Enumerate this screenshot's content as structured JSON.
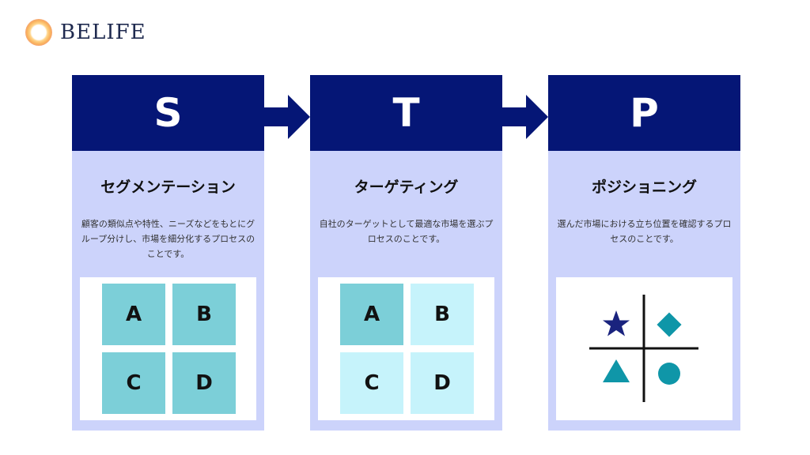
{
  "brand": {
    "name": "BELIFE"
  },
  "columns": [
    {
      "letter": "S",
      "title": "セグメンテーション",
      "description": "顧客の類似点や特性、ニーズなどをもとにグループ分けし、市場を細分化するプロセスのことです。",
      "cells": [
        "A",
        "B",
        "C",
        "D"
      ]
    },
    {
      "letter": "T",
      "title": "ターゲティング",
      "description": "自社のターゲットとして最適な市場を選ぶプロセスのことです。",
      "cells": [
        "A",
        "B",
        "C",
        "D"
      ]
    },
    {
      "letter": "P",
      "title": "ポジショニング",
      "description": "選んだ市場における立ち位置を確認するプロセスのことです。",
      "shapes": [
        "star-icon",
        "diamond-icon",
        "triangle-icon",
        "circle-icon"
      ]
    }
  ],
  "colors": {
    "header": "#051676",
    "column_bg": "#ccd3fb",
    "cell_dark": "#7ccfd8",
    "cell_light": "#c6f3fb",
    "shape_navy": "#1a237e",
    "shape_teal": "#0f96a8"
  }
}
